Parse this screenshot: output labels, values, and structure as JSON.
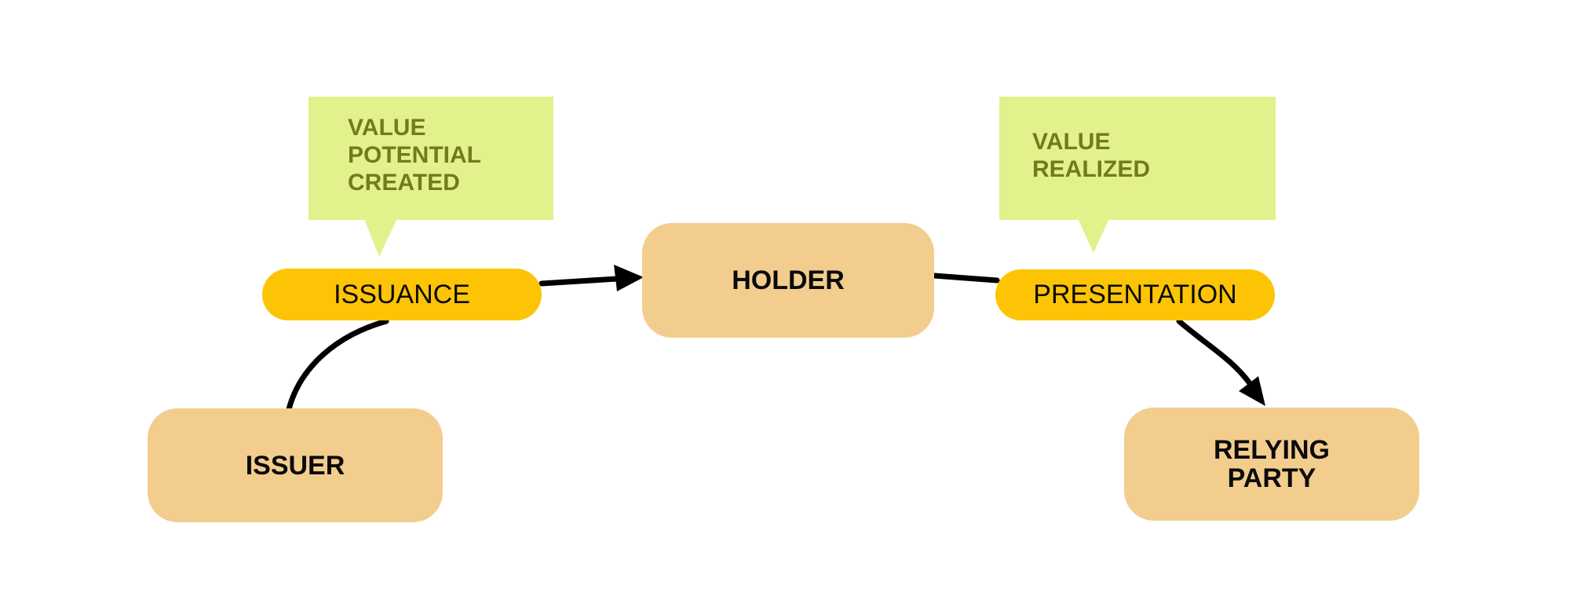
{
  "colors": {
    "background": "#FFFFFF",
    "gold": "#FDC406",
    "tan": "#F3CD8E",
    "green": "#E3F18C",
    "olive": "#6F7B1E",
    "edge": "#000000",
    "node_text": "#0A0A0A"
  },
  "callouts": {
    "issuance": {
      "text": "VALUE\nPOTENTIAL\nCREATED"
    },
    "presentation": {
      "text": "VALUE\nREALIZED"
    }
  },
  "nodes": {
    "issuer": {
      "label": "ISSUER"
    },
    "issuance": {
      "label": "ISSUANCE"
    },
    "holder": {
      "label": "HOLDER"
    },
    "presentation": {
      "label": "PRESENTATION"
    },
    "relying_party": {
      "label": "RELYING\nPARTY"
    }
  },
  "edges": [
    {
      "from": "ISSUER",
      "to": "ISSUANCE",
      "arrowhead": false
    },
    {
      "from": "ISSUANCE",
      "to": "HOLDER",
      "arrowhead": true
    },
    {
      "from": "HOLDER",
      "to": "PRESENTATION",
      "arrowhead": false
    },
    {
      "from": "PRESENTATION",
      "to": "RELYING PARTY",
      "arrowhead": true
    }
  ]
}
